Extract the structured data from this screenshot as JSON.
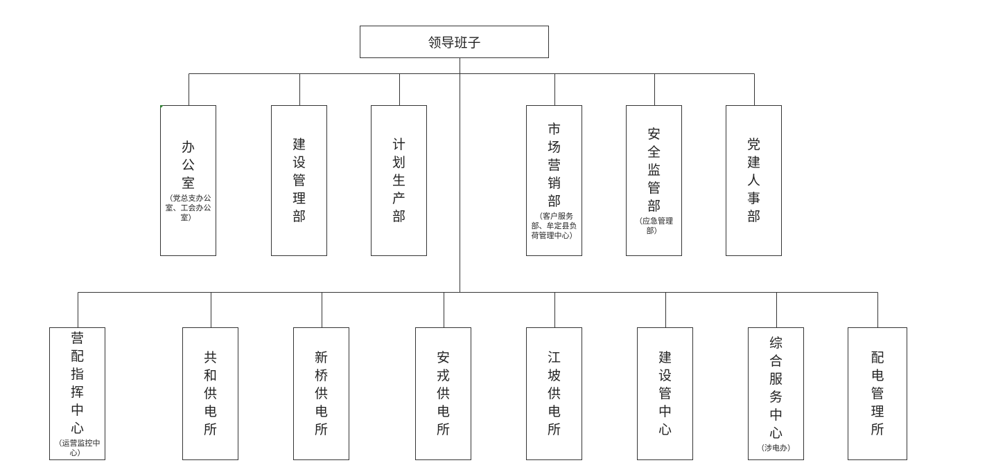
{
  "root": {
    "label": "领导班子"
  },
  "departments": [
    {
      "id": "office",
      "title": "办公室",
      "note": "（党总支办公室、工会办公室）"
    },
    {
      "id": "construction",
      "title": "建设管理部",
      "note": ""
    },
    {
      "id": "planning",
      "title": "计划生产部",
      "note": ""
    },
    {
      "id": "marketing",
      "title": "市场营销部",
      "note": "（客户服务部、牟定县负荷管理中心）"
    },
    {
      "id": "safety",
      "title": "安全监管部",
      "note": "（应急管理部）"
    },
    {
      "id": "party",
      "title": "党建人事部",
      "note": ""
    }
  ],
  "units": [
    {
      "id": "dispatch",
      "title": "营配指挥中心",
      "note": "（运营监控中心）"
    },
    {
      "id": "gonghe",
      "title": "共和供电所",
      "note": ""
    },
    {
      "id": "xinqiao",
      "title": "新桥供电所",
      "note": ""
    },
    {
      "id": "anrong",
      "title": "安戎供电所",
      "note": ""
    },
    {
      "id": "jiangpo",
      "title": "江坡供电所",
      "note": ""
    },
    {
      "id": "construction-center",
      "title": "建设管中心",
      "note": ""
    },
    {
      "id": "service",
      "title": "综合服务中心",
      "note": "（涉电办）"
    },
    {
      "id": "distribution",
      "title": "配电管理所",
      "note": ""
    }
  ]
}
